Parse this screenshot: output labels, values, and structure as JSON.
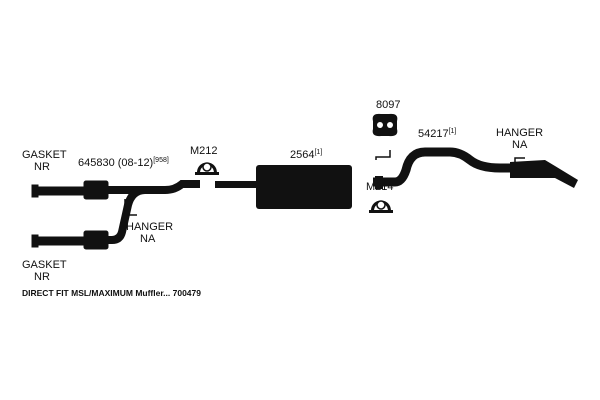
{
  "labels": {
    "gasket_top": "GASKET",
    "nr_top": "NR",
    "gasket_bottom": "GASKET",
    "nr_bottom": "NR",
    "pipe_y": "645830 (08-12)",
    "pipe_y_sup": "[958]",
    "hanger_left": "HANGER",
    "na_left": "NA",
    "clamp_left": "M212",
    "muffler": "2564",
    "muffler_sup": "[1]",
    "clamp_bottom": "M214",
    "part_top": "8097",
    "tailpipe": "54217",
    "tailpipe_sup": "[1]",
    "hanger_right": "HANGER",
    "na_right": "NA"
  },
  "caption": "DIRECT FIT MSL/MAXIMUM Muffler... 700479",
  "colors": {
    "ink": "#111111",
    "background": "#ffffff"
  }
}
